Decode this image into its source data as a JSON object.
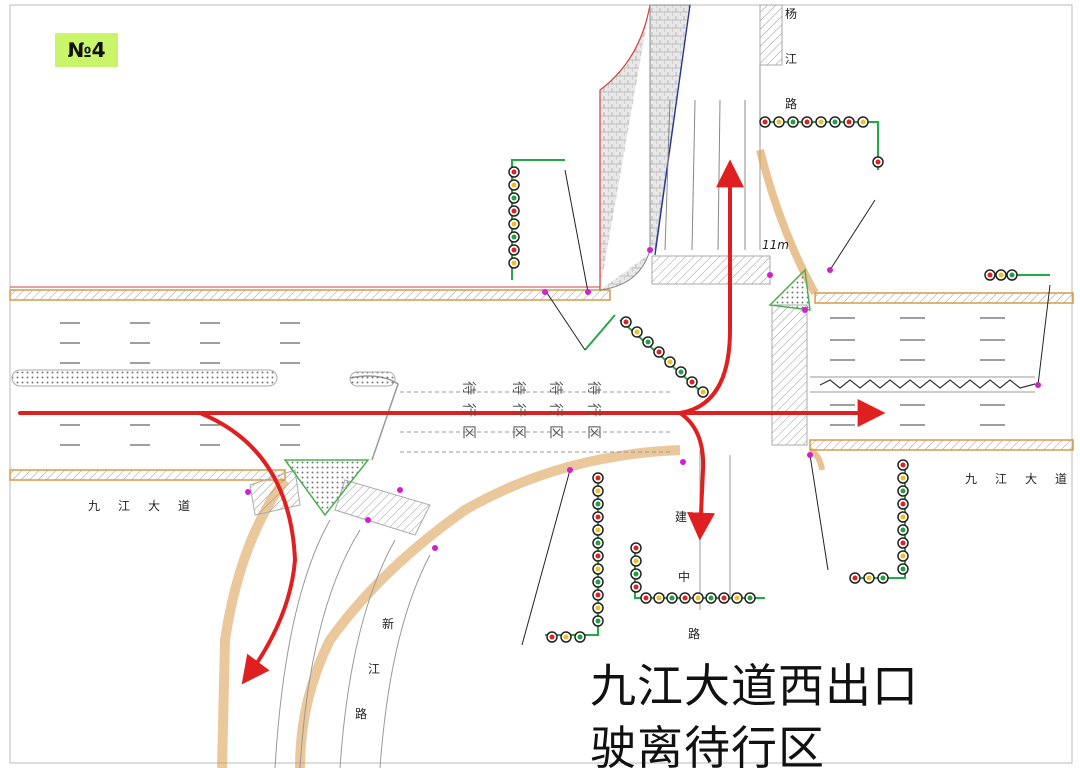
{
  "badge": "№4",
  "caption": {
    "line1": "九江大道西出口",
    "line2": "驶离待行区"
  },
  "road_labels": {
    "jiujiang_west": [
      "九",
      "江",
      "大",
      "道"
    ],
    "jiujiang_east": [
      "九",
      "江",
      "大",
      "道"
    ],
    "north_road": [
      "杨",
      "江",
      "路"
    ],
    "south_road": [
      "建",
      "中",
      "路"
    ],
    "southwest_road": [
      "新",
      "江",
      "路"
    ]
  },
  "dimension_label": "11m",
  "waiting_zone_text": [
    "待",
    "待",
    "待",
    "待",
    "行",
    "行",
    "行",
    "行",
    "区",
    "区",
    "区",
    "区"
  ],
  "colors": {
    "arrow": "#e02020",
    "curb_orange": "#d89a4a",
    "signal_pole": "#22aa44",
    "paving": "#c8c8c8",
    "island": "#4caf50",
    "crosswalk_marker": "#d020d0"
  }
}
